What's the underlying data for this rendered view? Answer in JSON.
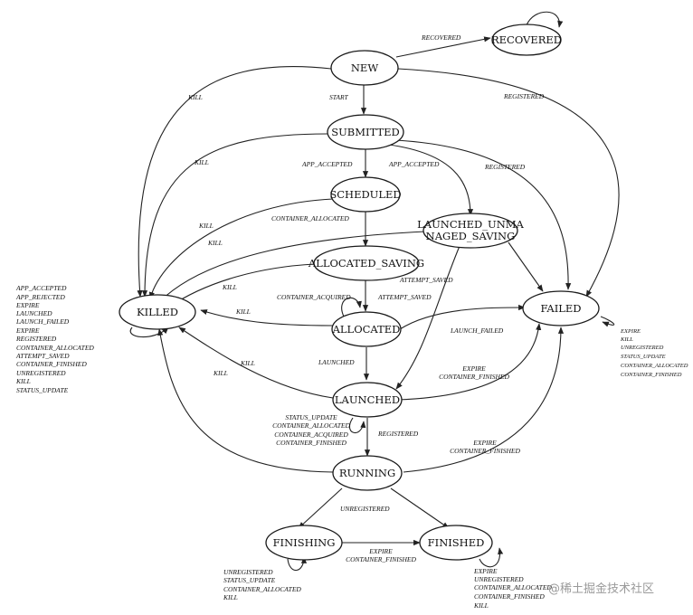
{
  "states": {
    "new": "NEW",
    "recovered": "RECOVERED",
    "submitted": "SUBMITTED",
    "scheduled": "SCHEDULED",
    "launched_unmanaged_saving_1": "LAUNCHED_UNMA",
    "launched_unmanaged_saving_2": "NAGED_SAVING",
    "allocated_saving": "ALLOCATED_SAVING",
    "allocated": "ALLOCATED",
    "killed": "KILLED",
    "failed": "FAILED",
    "launched": "LAUNCHED",
    "running": "RUNNING",
    "finishing": "FINISHING",
    "finished": "FINISHED"
  },
  "transitions": {
    "recovered": "RECOVERED",
    "start": "START",
    "kill": "KILL",
    "registered": "REGISTERED",
    "app_accepted": "APP_ACCEPTED",
    "container_allocated": "CONTAINER_ALLOCATED",
    "attempt_saved": "ATTEMPT_SAVED",
    "container_acquired": "CONTAINER_ACQUIRED",
    "launch_failed": "LAUNCH_FAILED",
    "launched": "LAUNCHED",
    "expire": "EXPIRE",
    "container_finished": "CONTAINER_FINISHED",
    "unregistered": "UNREGISTERED"
  },
  "killed_self_loop": [
    "APP_ACCEPTED",
    "APP_REJECTED",
    "EXPIRE",
    "LAUNCHED",
    "LAUNCH_FAILED",
    "EXPIRE",
    "REGISTERED",
    "CONTAINER_ALLOCATED",
    "ATTEMPT_SAVED",
    "CONTAINER_FINISHED",
    "UNREGISTERED",
    "KILL",
    "STATUS_UPDATE"
  ],
  "failed_self_loop": [
    "EXPIRE",
    "KILL",
    "UNREGISTERED",
    "STATUS_UPDATE",
    "CONTAINER_ALLOCATED",
    "CONTAINER_FINISHED"
  ],
  "launched_self_loop": [
    "STATUS_UPDATE",
    "CONTAINER_ALLOCATED",
    "CONTAINER_ACQUIRED",
    "CONTAINER_FINISHED"
  ],
  "finishing_self_loop": [
    "UNREGISTERED",
    "STATUS_UPDATE",
    "CONTAINER_ALLOCATED",
    "KILL"
  ],
  "finished_self_loop": [
    "EXPIRE",
    "UNREGISTERED",
    "CONTAINER_ALLOCATED",
    "CONTAINER_FINISHED",
    "KILL"
  ],
  "watermark": "@稀土掘金技术社区"
}
